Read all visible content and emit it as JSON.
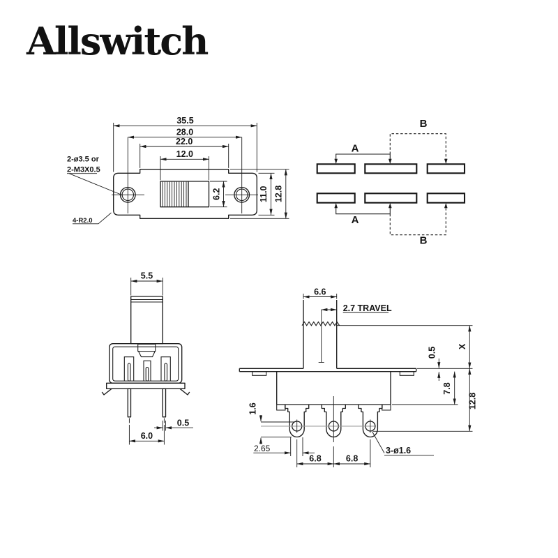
{
  "brand": {
    "logo": "Allswitch"
  },
  "front_view": {
    "dim_width_overall": "35.5",
    "dim_hole_spacing": "28.0",
    "dim_body_width": "22.0",
    "dim_slot_width": "12.0",
    "dim_slot_height": "6.2",
    "dim_body_height": "11.0",
    "dim_overall_height": "12.8",
    "hole_note_line1": "2-ø3.5 or",
    "hole_note_line2": "2-M3X0.5",
    "corner_radius_note": "4-R2.0"
  },
  "schematic": {
    "pos_a_top": "A",
    "pos_b_top": "B",
    "pos_a_bottom": "A",
    "pos_b_bottom": "B"
  },
  "end_view": {
    "dim_knob_width": "5.5",
    "dim_pin_width": "0.5",
    "dim_pin_spacing": "6.0"
  },
  "side_view": {
    "dim_knob_width": "6.6",
    "travel_note": "2.7 TRAVEL",
    "dim_flange_thickness": "0.5",
    "dim_knob_height": "X",
    "dim_body_depth": "7.8",
    "dim_overall_depth": "12.8",
    "dim_hole_offset": "1.6",
    "dim_hole_edge": "2.65",
    "dim_terminal_pitch_1": "6.8",
    "dim_terminal_pitch_2": "6.8",
    "terminal_hole_note": "3-ø1.6"
  },
  "colors": {
    "ink": "#1c1c1c",
    "centerline": "#9a9a9a",
    "background": "#ffffff"
  }
}
